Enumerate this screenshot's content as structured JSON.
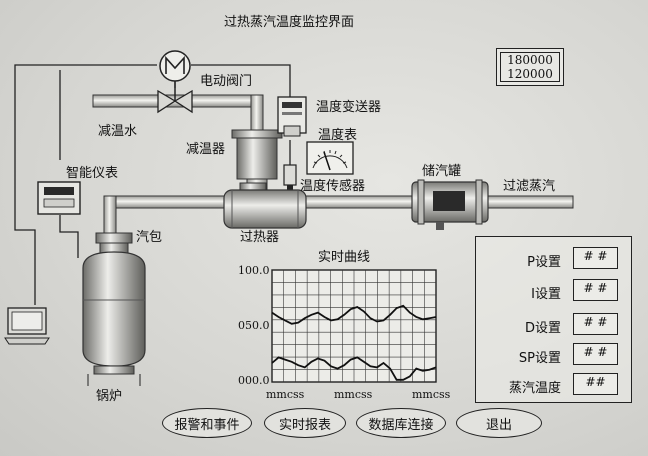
{
  "title": "过热蒸汽温度监控界面",
  "counter": {
    "line1": "180000",
    "line2": "120000"
  },
  "labels": {
    "valve": "电动阀门",
    "desuperheat_water": "减温水",
    "transmitter": "温度变送器",
    "temp_gauge": "温度表",
    "desuperheater": "减温器",
    "smart_meter": "智能仪表",
    "temp_sensor": "温度传感器",
    "storage_tank": "储汽罐",
    "filtered_steam": "过滤蒸汽",
    "drum": "汽包",
    "superheater": "过热器",
    "boiler": "锅炉",
    "realtime_curve": "实时曲线"
  },
  "chart_data": {
    "type": "line",
    "title": "实时曲线",
    "yticks": [
      "100.0",
      "050.0",
      "000.0"
    ],
    "xticks": [
      "mmcss",
      "mmcss",
      "mmcss"
    ],
    "ylim": [
      0,
      100
    ],
    "grid": true,
    "series": [
      {
        "x": [
          0,
          4,
          8,
          12,
          16,
          20,
          24,
          28,
          32,
          36,
          40,
          44,
          48,
          52,
          56,
          60,
          64,
          68,
          72,
          76,
          80,
          84,
          88,
          92,
          96,
          100
        ],
        "values": [
          62,
          58,
          55,
          52,
          53,
          57,
          60,
          62,
          58,
          55,
          56,
          60,
          65,
          67,
          63,
          57,
          54,
          55,
          60,
          66,
          68,
          62,
          58,
          56,
          57,
          58
        ]
      },
      {
        "x": [
          0,
          4,
          8,
          12,
          16,
          20,
          24,
          28,
          32,
          36,
          40,
          44,
          48,
          52,
          56,
          60,
          64,
          68,
          72,
          76,
          80,
          84,
          88,
          92,
          96,
          100
        ],
        "values": [
          17,
          22,
          20,
          18,
          15,
          13,
          18,
          21,
          19,
          14,
          12,
          15,
          20,
          22,
          18,
          14,
          13,
          17,
          12,
          2,
          2,
          5,
          12,
          10,
          11,
          13
        ]
      }
    ]
  },
  "settings": [
    {
      "label": "P设置",
      "value": "# #"
    },
    {
      "label": "I设置",
      "value": "# #"
    },
    {
      "label": "D设置",
      "value": "# #"
    },
    {
      "label": "SP设置",
      "value": "# #"
    },
    {
      "label": "蒸汽温度",
      "value": "##"
    }
  ],
  "buttons": {
    "alarm": "报警和事件",
    "report": "实时报表",
    "db": "数据库连接",
    "exit": "退出"
  }
}
